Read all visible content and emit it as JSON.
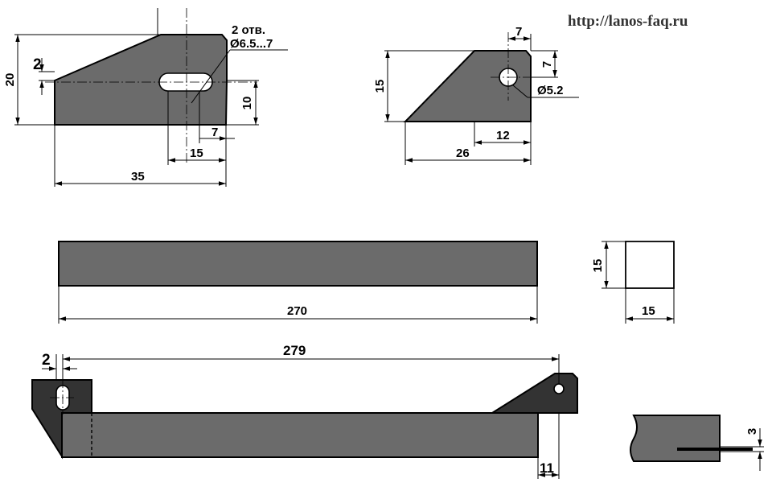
{
  "watermark": "http://lanos-faq.ru",
  "views": {
    "bracket_left": {
      "dims": {
        "height": "20",
        "step": "2",
        "lower_height": "10",
        "hole_offset": "7",
        "slot_width": "15",
        "length": "35"
      },
      "hole_note": {
        "count": "2 отв.",
        "diameter": "Ø6.5...7"
      }
    },
    "bracket_right": {
      "dims": {
        "top_offset": "7",
        "hole_offset": "7",
        "height": "15",
        "inner_width": "12",
        "length": "26"
      },
      "hole_note": {
        "diameter": "Ø5.2"
      }
    },
    "bar": {
      "dims": {
        "length": "270"
      }
    },
    "bar_section": {
      "dims": {
        "height": "15",
        "width": "15"
      }
    },
    "assembly": {
      "dims": {
        "offset": "2",
        "length": "279",
        "overhang": "11"
      }
    },
    "detail": {
      "dims": {
        "thickness": "3"
      }
    }
  }
}
